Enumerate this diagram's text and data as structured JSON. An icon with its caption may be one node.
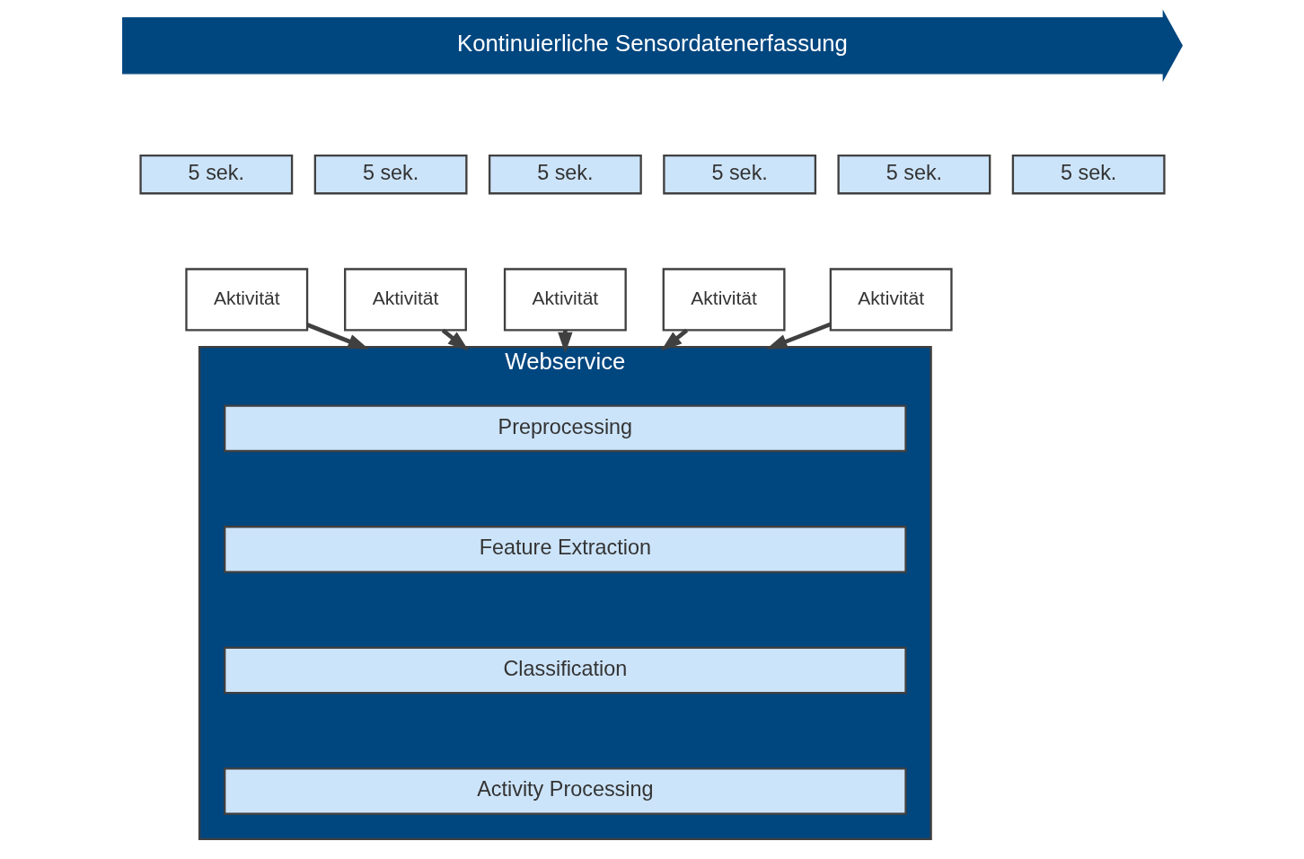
{
  "diagram": {
    "nodes": [
      {
        "text": [
          "Kontinuierliche Sensordatenerfassung"
        ]
      },
      {
        "text": [
          "5 sek."
        ]
      },
      {
        "text": [
          "5 sek."
        ]
      },
      {
        "text": [
          "5 sek."
        ]
      },
      {
        "text": [
          "5 sek."
        ]
      },
      {
        "text": [
          "5 sek."
        ]
      },
      {
        "text": [
          "5 sek."
        ]
      },
      {
        "text": [
          "Aktivität"
        ]
      },
      {
        "text": [
          "Aktivität"
        ]
      },
      {
        "text": [
          "Aktivität"
        ]
      },
      {
        "text": [
          "Aktivität"
        ]
      },
      {
        "text": [
          "Aktivität"
        ]
      },
      {
        "text": [
          "Webservice"
        ]
      },
      {
        "text": [
          "Preprocessing"
        ],
        "in": 12
      },
      {
        "text": [
          "Feature Extraction"
        ],
        "in": 12
      },
      {
        "text": [
          "Classification"
        ],
        "in": 12
      },
      {
        "text": [
          "Activity Processing"
        ],
        "in": 12
      }
    ],
    "edges": [
      {
        "from": 7,
        "to": 12,
        "arrow": "to"
      },
      {
        "from": 8,
        "to": 12,
        "arrow": "to"
      },
      {
        "from": 9,
        "to": 12,
        "arrow": "to"
      },
      {
        "from": 10,
        "to": 12,
        "arrow": "to"
      },
      {
        "from": 11,
        "to": 12,
        "arrow": "to"
      }
    ]
  }
}
